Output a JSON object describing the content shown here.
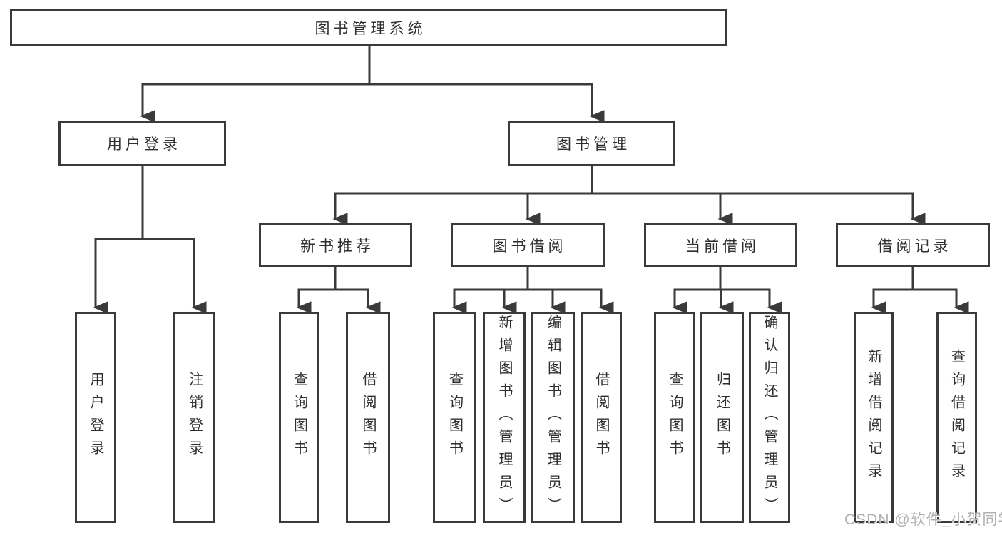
{
  "diagram": {
    "tree": {
      "label": "图书管理系统",
      "children": [
        {
          "label": "用户登录",
          "children": [
            {
              "label": "用户登录"
            },
            {
              "label": "注销登录"
            }
          ]
        },
        {
          "label": "图书管理",
          "children": [
            {
              "label": "新书推荐",
              "children": [
                {
                  "label": "查询图书"
                },
                {
                  "label": "借阅图书"
                }
              ]
            },
            {
              "label": "图书借阅",
              "children": [
                {
                  "label": "查询图书"
                },
                {
                  "label": "新增图书（管理员）"
                },
                {
                  "label": "编辑图书（管理员）"
                },
                {
                  "label": "借阅图书"
                }
              ]
            },
            {
              "label": "当前借阅",
              "children": [
                {
                  "label": "查询图书"
                },
                {
                  "label": "归还图书"
                },
                {
                  "label": "确认归还（管理员）"
                }
              ]
            },
            {
              "label": "借阅记录",
              "children": [
                {
                  "label": "新增借阅记录"
                },
                {
                  "label": "查询借阅记录"
                }
              ]
            }
          ]
        }
      ]
    },
    "colors": {
      "line": "#3a3a3a",
      "text": "#2e2e2e",
      "background": "#ffffff",
      "watermark_color": "#b0b0b0"
    }
  },
  "watermark": {
    "text": "CSDN @软件_小贺同学"
  }
}
